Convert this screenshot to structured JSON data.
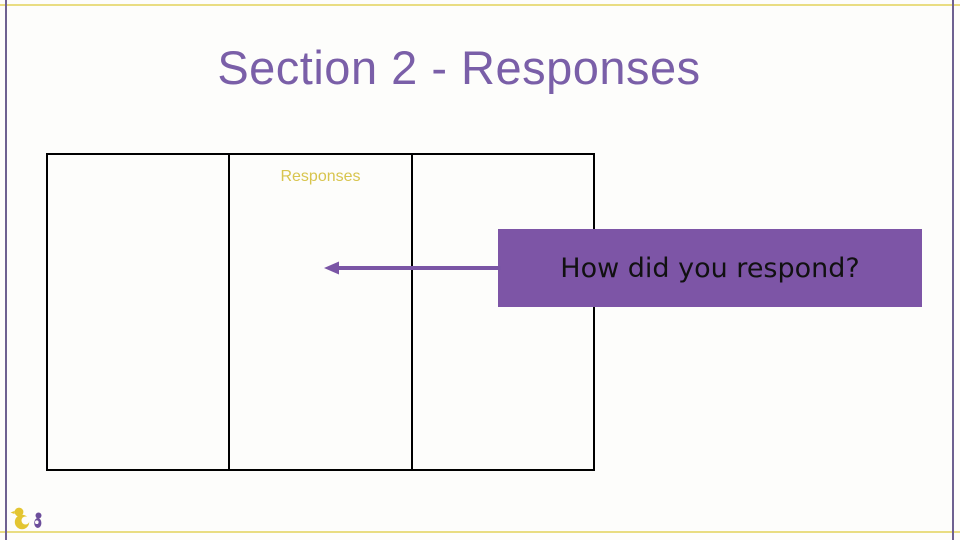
{
  "slide": {
    "title": "Section 2 - Responses",
    "table": {
      "columns": [
        {
          "header": ""
        },
        {
          "header": "Responses"
        },
        {
          "header": ""
        }
      ]
    },
    "callout": {
      "label": "How did you respond?"
    },
    "icons": {
      "logo": "duck-mascot-logo",
      "arrow": "left-arrow-connector"
    }
  },
  "colors": {
    "title_text": "#7a5fa8",
    "table_header_text": "#d8c54e",
    "table_border": "#000000",
    "callout_background": "#7d55a6",
    "callout_text": "#111111",
    "arrow": "#7a55a5",
    "frame_line_yellow": "#e9dd82",
    "frame_line_purple": "#6e6190",
    "logo_yellow": "#e3c531",
    "logo_purple": "#6c4e9b",
    "page_background": "#fdfdfb"
  }
}
